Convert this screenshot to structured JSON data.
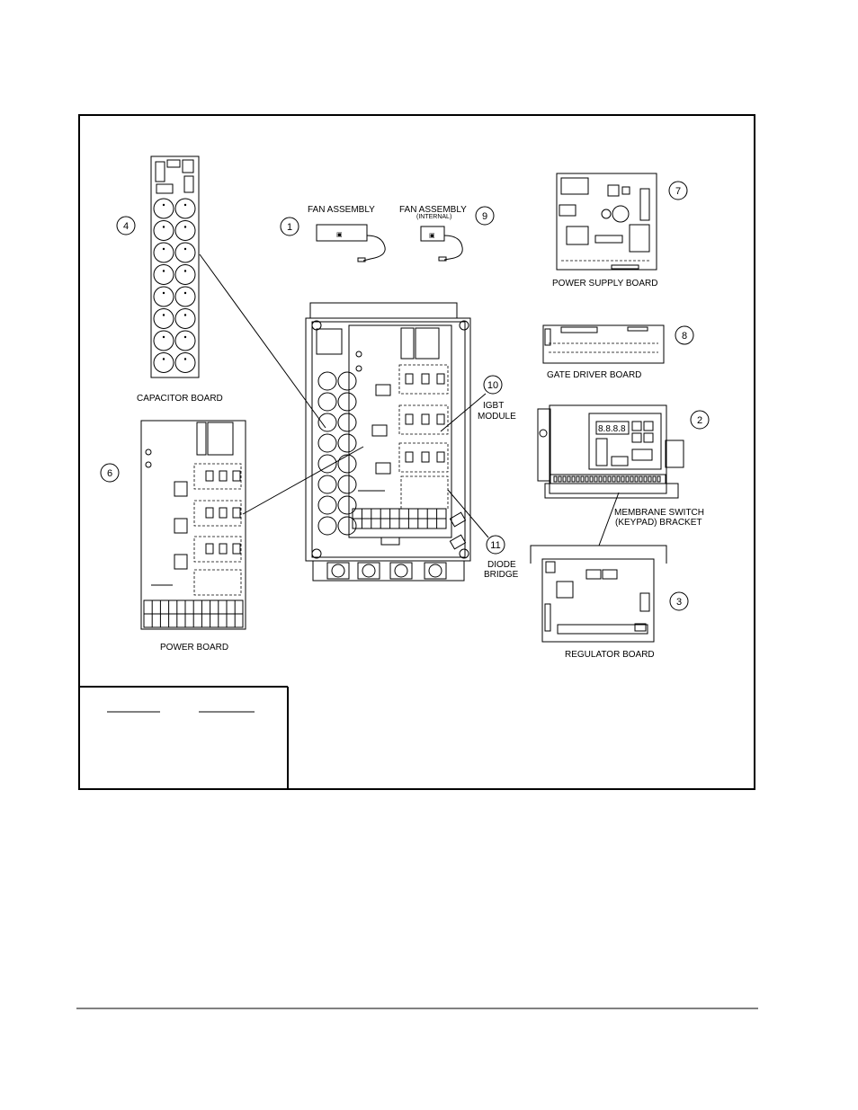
{
  "labels": {
    "capacitor_board": "CAPACITOR BOARD",
    "fan_assembly": "FAN ASSEMBLY",
    "fan_assembly_internal": "FAN ASSEMBLY",
    "internal": "(INTERNAL)",
    "power_supply_board": "POWER SUPPLY BOARD",
    "gate_driver_board": "GATE DRIVER BOARD",
    "igbt": "IGBT",
    "module": "MODULE",
    "membrane_switch": "MEMBRANE SWITCH",
    "keypad_bracket": "(KEYPAD) BRACKET",
    "diode": "DIODE",
    "bridge": "BRIDGE",
    "power_board": "POWER BOARD",
    "regulator_board": "REGULATOR BOARD"
  },
  "callouts": {
    "c1": "1",
    "c2": "2",
    "c3": "3",
    "c4": "4",
    "c6": "6",
    "c7": "7",
    "c8": "8",
    "c9": "9",
    "c10": "10",
    "c11": "11"
  },
  "keypad": {
    "display": "8.8.8.8"
  },
  "colors": {
    "line": "#000000",
    "background": "#ffffff"
  }
}
